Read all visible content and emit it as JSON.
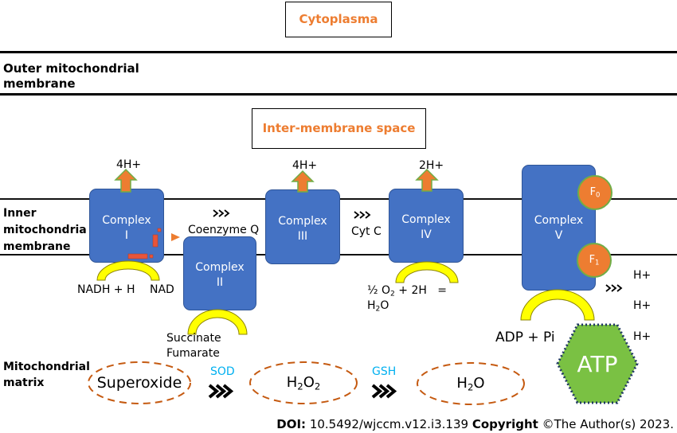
{
  "regions": {
    "cytoplasma": "Cytoplasma",
    "outer_membrane": [
      "Outer mitochondrial",
      "membrane"
    ],
    "intermembrane_space": "Inter-membrane space",
    "inner_membrane": [
      "Inner",
      "mitochondria",
      "membrane"
    ],
    "matrix": [
      "Mitochondrial",
      "matrix"
    ]
  },
  "complexes": {
    "c1": {
      "label": "Complex",
      "numeral": "I",
      "pumped": "4H+",
      "substrate": "NADH + H",
      "product": "NAD"
    },
    "c2": {
      "label": "Complex",
      "numeral": "II",
      "substrate": "Succinate",
      "product": "Fumarate"
    },
    "c3": {
      "label": "Complex",
      "numeral": "III",
      "pumped": "4H+"
    },
    "c4": {
      "label": "Complex",
      "numeral": "IV",
      "pumped": "2H+",
      "reaction": [
        "½ O",
        "2",
        " + 2H   ="
      ],
      "reaction_product": [
        "H",
        "2",
        "O"
      ]
    },
    "c5": {
      "label": "Complex",
      "numeral": "V",
      "f0": [
        "F",
        "0"
      ],
      "f1": [
        "F",
        "1"
      ],
      "substrate": "ADP + Pi",
      "protons": [
        "H+",
        "H+",
        "H+"
      ],
      "product": "ATP"
    }
  },
  "carriers": {
    "coenzyme_q": "Coenzyme Q",
    "cytochrome_c": "Cyt C"
  },
  "ros": {
    "superoxide": "Superoxide",
    "enzyme_1": "SOD",
    "hydrogen_peroxide": [
      "H",
      "2",
      "O",
      "2"
    ],
    "enzyme_2": "GSH",
    "water": [
      "H",
      "2",
      "O"
    ]
  },
  "footer": {
    "doi_label": "DOI:",
    "doi": "10.5492/wjccm.v12.i3.139",
    "copyright_label": "Copyright",
    "copyright": "©The Author(s) 2023."
  },
  "icons": {
    "proton_pump": "up-arrow-icon",
    "electron_flow": "triple-chevron-icon",
    "reaction_step": "triple-chevron-icon",
    "coq_entry": "triangle-right-icon"
  },
  "colors": {
    "complex_fill": "#4472c4",
    "complex_stroke": "#2f5597",
    "pump_arrow": "#ed7d31",
    "pump_stroke": "#70ad47",
    "arch_fill": "#ffff00",
    "arch_stroke": "#8c8400",
    "atp_fill": "#7ac143",
    "atp_stroke": "#203864",
    "title_text": "#ed7d31",
    "enzyme_text": "#00b0f0",
    "ros_stroke": "#c55a11"
  }
}
